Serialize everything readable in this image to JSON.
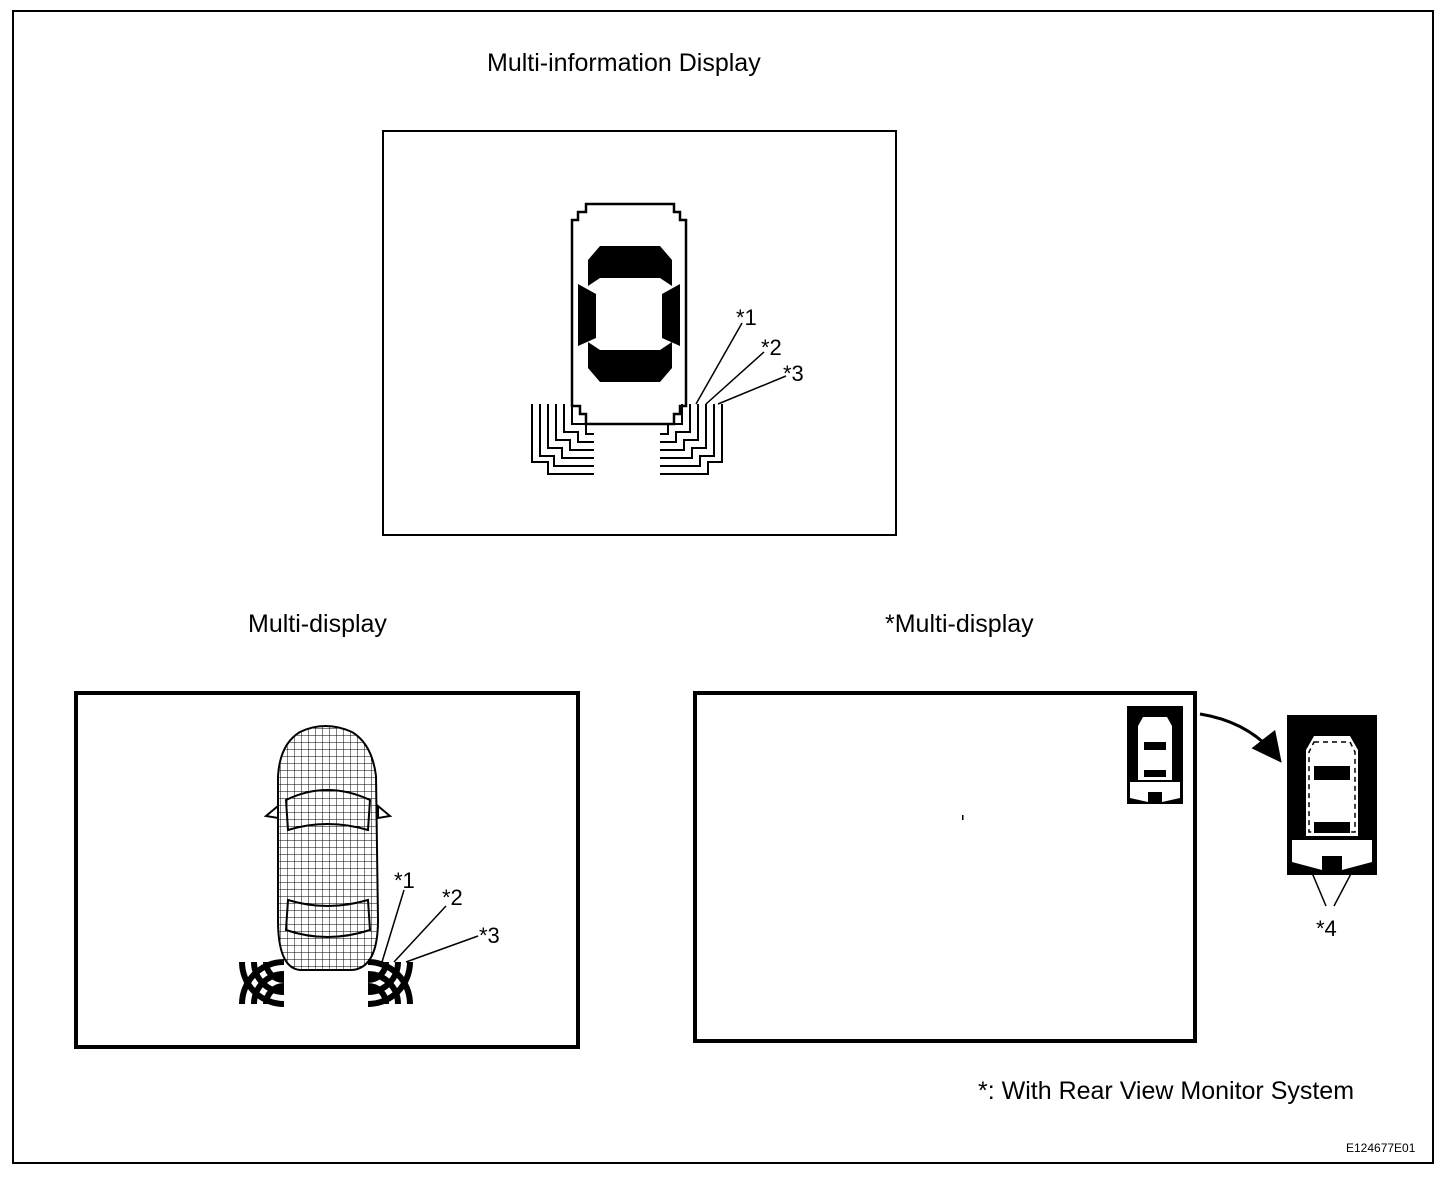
{
  "titles": {
    "mid": "Multi-information Display",
    "md": "Multi-display",
    "md_rear": "*Multi-display"
  },
  "callouts": {
    "c1": "*1",
    "c2": "*2",
    "c3": "*3",
    "c4": "*4"
  },
  "footnote": "*: With Rear View Monitor System",
  "figure_code": "E124677E01"
}
